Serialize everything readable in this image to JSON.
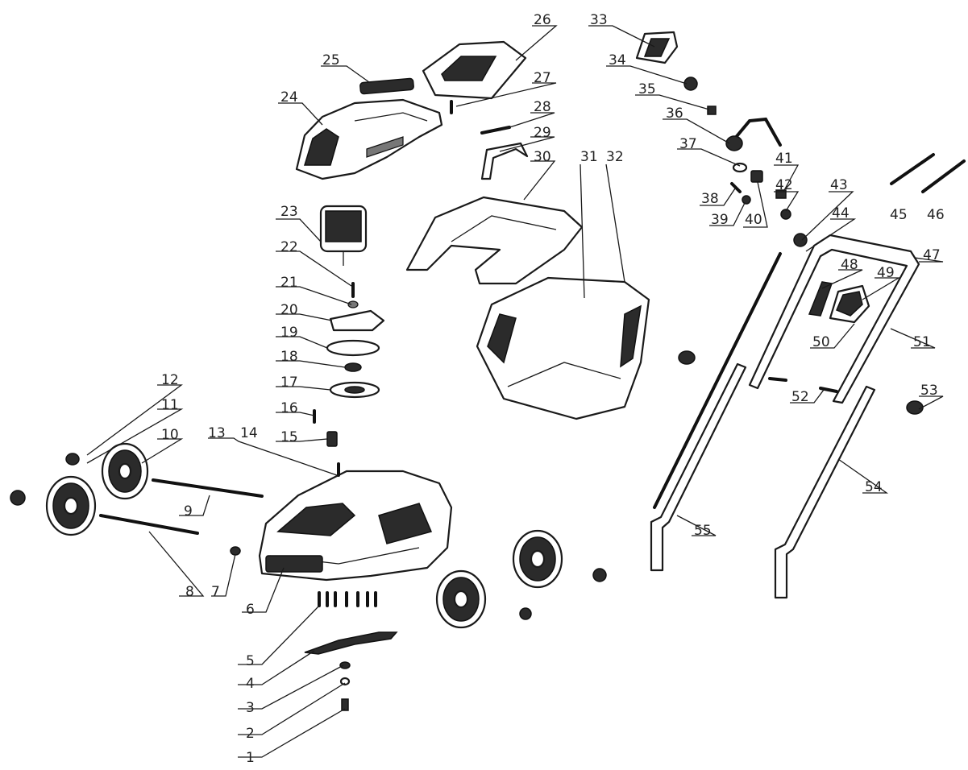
{
  "diagram": {
    "type": "exploded-parts-diagram",
    "callouts": [
      "1",
      "2",
      "3",
      "4",
      "5",
      "6",
      "7",
      "8",
      "9",
      "10",
      "11",
      "12",
      "13",
      "14",
      "15",
      "16",
      "17",
      "18",
      "19",
      "20",
      "21",
      "22",
      "23",
      "24",
      "25",
      "26",
      "27",
      "28",
      "29",
      "30",
      "31",
      "32",
      "33",
      "34",
      "35",
      "36",
      "37",
      "38",
      "39",
      "40",
      "41",
      "42",
      "43",
      "44",
      "45",
      "46",
      "47",
      "48",
      "49",
      "50",
      "51",
      "52",
      "53",
      "54",
      "55"
    ]
  }
}
